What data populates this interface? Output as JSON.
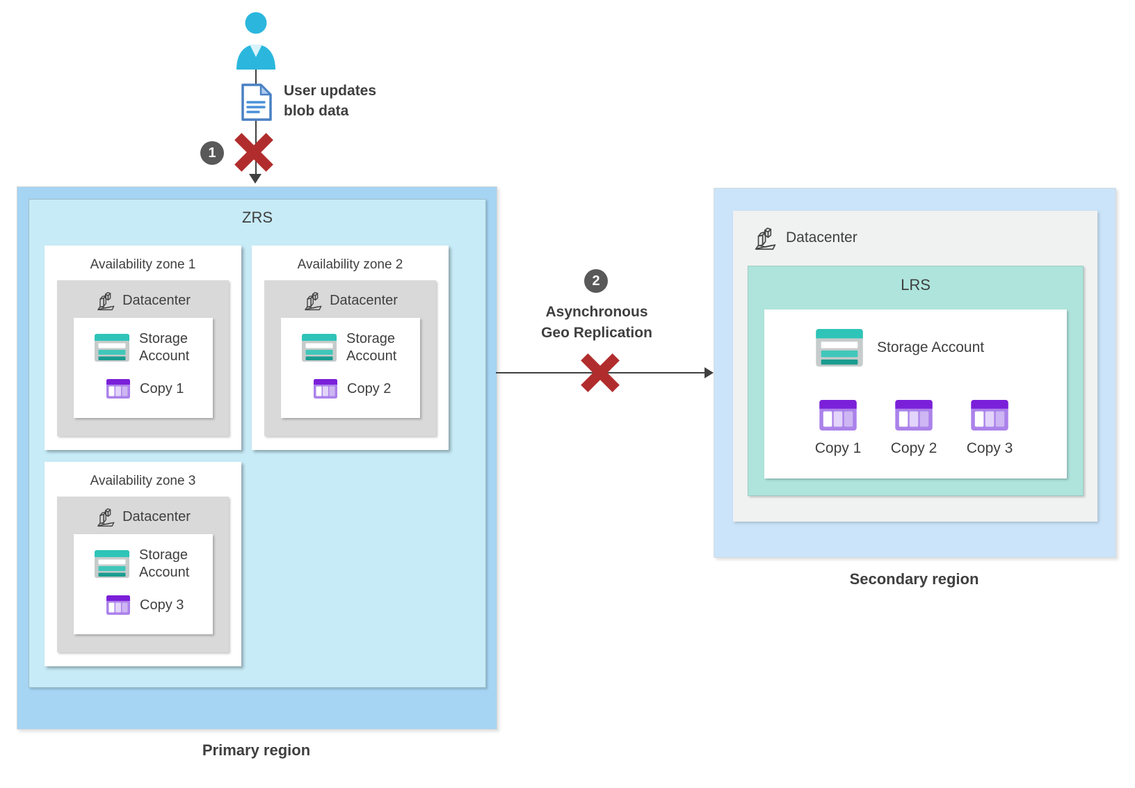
{
  "user_flow": {
    "step_badge": "1",
    "action_line1": "User updates",
    "action_line2": "blob data"
  },
  "primary_region": {
    "label": "Primary region",
    "replication_type": "ZRS",
    "zones": [
      {
        "title": "Availability zone 1",
        "datacenter_label": "Datacenter",
        "storage_label": "Storage Account",
        "copy_label": "Copy 1"
      },
      {
        "title": "Availability zone 2",
        "datacenter_label": "Datacenter",
        "storage_label": "Storage Account",
        "copy_label": "Copy 2"
      },
      {
        "title": "Availability zone 3",
        "datacenter_label": "Datacenter",
        "storage_label": "Storage Account",
        "copy_label": "Copy 3"
      }
    ]
  },
  "replication": {
    "step_badge": "2",
    "label_line1": "Asynchronous",
    "label_line2": "Geo Replication"
  },
  "secondary_region": {
    "label": "Secondary region",
    "datacenter_label": "Datacenter",
    "replication_type": "LRS",
    "storage_label": "Storage Account",
    "copies": [
      "Copy 1",
      "Copy 2",
      "Copy 3"
    ]
  },
  "colors": {
    "primary_region_fill": "#A6D4F3",
    "zrs_fill": "#C7EBF7",
    "zone_gray_fill": "#D9D9D9",
    "secondary_region_fill": "#CBE4F9",
    "secondary_datacenter_fill": "#F0F1F1",
    "lrs_fill": "#AEE4DC",
    "error_x": "#B12D2D",
    "badge_fill": "#595959",
    "arrow_color": "#404040",
    "text_color": "#3F3F3F",
    "storage_teal": "#2EC4B8",
    "copy_purple": "#7B20D9"
  }
}
